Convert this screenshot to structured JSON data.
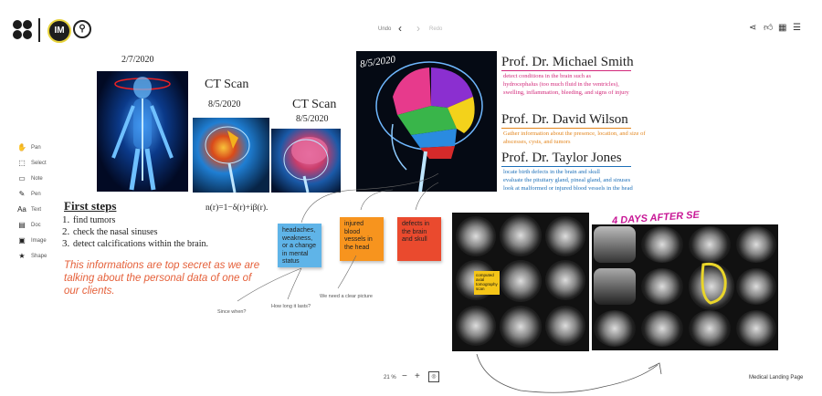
{
  "header": {
    "avatar_initials": "IM",
    "undo_label": "Undo",
    "redo_label": "Redo"
  },
  "toolbar": {
    "items": [
      {
        "icon": "pan-icon",
        "glyph": "✋",
        "label": "Pan"
      },
      {
        "icon": "select-icon",
        "glyph": "⬚",
        "label": "Select"
      },
      {
        "icon": "note-icon",
        "glyph": "▭",
        "label": "Note"
      },
      {
        "icon": "pen-icon",
        "glyph": "✎",
        "label": "Pen"
      },
      {
        "icon": "text-icon",
        "glyph": "Aa",
        "label": "Text"
      },
      {
        "icon": "doc-icon",
        "glyph": "▤",
        "label": "Doc"
      },
      {
        "icon": "image-icon",
        "glyph": "▣",
        "label": "Image"
      },
      {
        "icon": "shape-icon",
        "glyph": "★",
        "label": "Shape"
      }
    ]
  },
  "board": {
    "date1": "2/7/2020",
    "ct1_title": "CT Scan",
    "ct1_date": "8/5/2020",
    "ct2_title": "CT Scan",
    "ct2_date": "8/5/2020",
    "brain_handwritten_date": "8/5/2020",
    "formula": "n(r)=1−δ(r)+iβ(r).",
    "first_steps": {
      "title": "First steps",
      "items": [
        {
          "num": "1.",
          "text": "find tumors"
        },
        {
          "num": "2.",
          "text": "check the nasal sinuses"
        },
        {
          "num": "3.",
          "text": "detect calcifications within the brain."
        }
      ]
    },
    "confidential_note": "This informations are top secret as we are talking about the personal data of one of our clients.",
    "stickies": [
      {
        "text": "headaches, weakness, or a change in mental status",
        "color": "#5fb4e8"
      },
      {
        "text": "injured blood vessels in the head",
        "color": "#f7941e"
      },
      {
        "text": "defects in the brain and skull",
        "color": "#ea4a2e"
      }
    ],
    "comments": {
      "since_when": "Since when?",
      "how_long": "How long it lasts?",
      "clear_picture": "We need a clear picture"
    },
    "doctors": [
      {
        "name": "Prof. Dr. Michael Smith",
        "color": "#d2297a",
        "lines": [
          "detect conditions in the brain such as",
          "hydrocephalus (too much fluid in the ventricles),",
          "swelling, inflammation, bleeding, and signs of injury"
        ]
      },
      {
        "name": "Prof. Dr. David Wilson",
        "color": "#e3861e",
        "lines": [
          "Gather information about the presence, location, and size of",
          "abscesses, cysts, and tumors"
        ]
      },
      {
        "name": "Prof. Dr. Taylor Jones",
        "color": "#1c6fb8",
        "lines": [
          "locate birth defects in the brain and skull",
          "evaluate the pituitary gland, pineal gland, and sinuses",
          "look at malformed or injured blood vessels in the head"
        ]
      }
    ],
    "scan_label": "computed axial tomography scan",
    "handwritten_days": "4 DAYS AFTER SE"
  },
  "footer": {
    "zoom_level": "21 %",
    "page_name": "Medical Landing Page"
  }
}
